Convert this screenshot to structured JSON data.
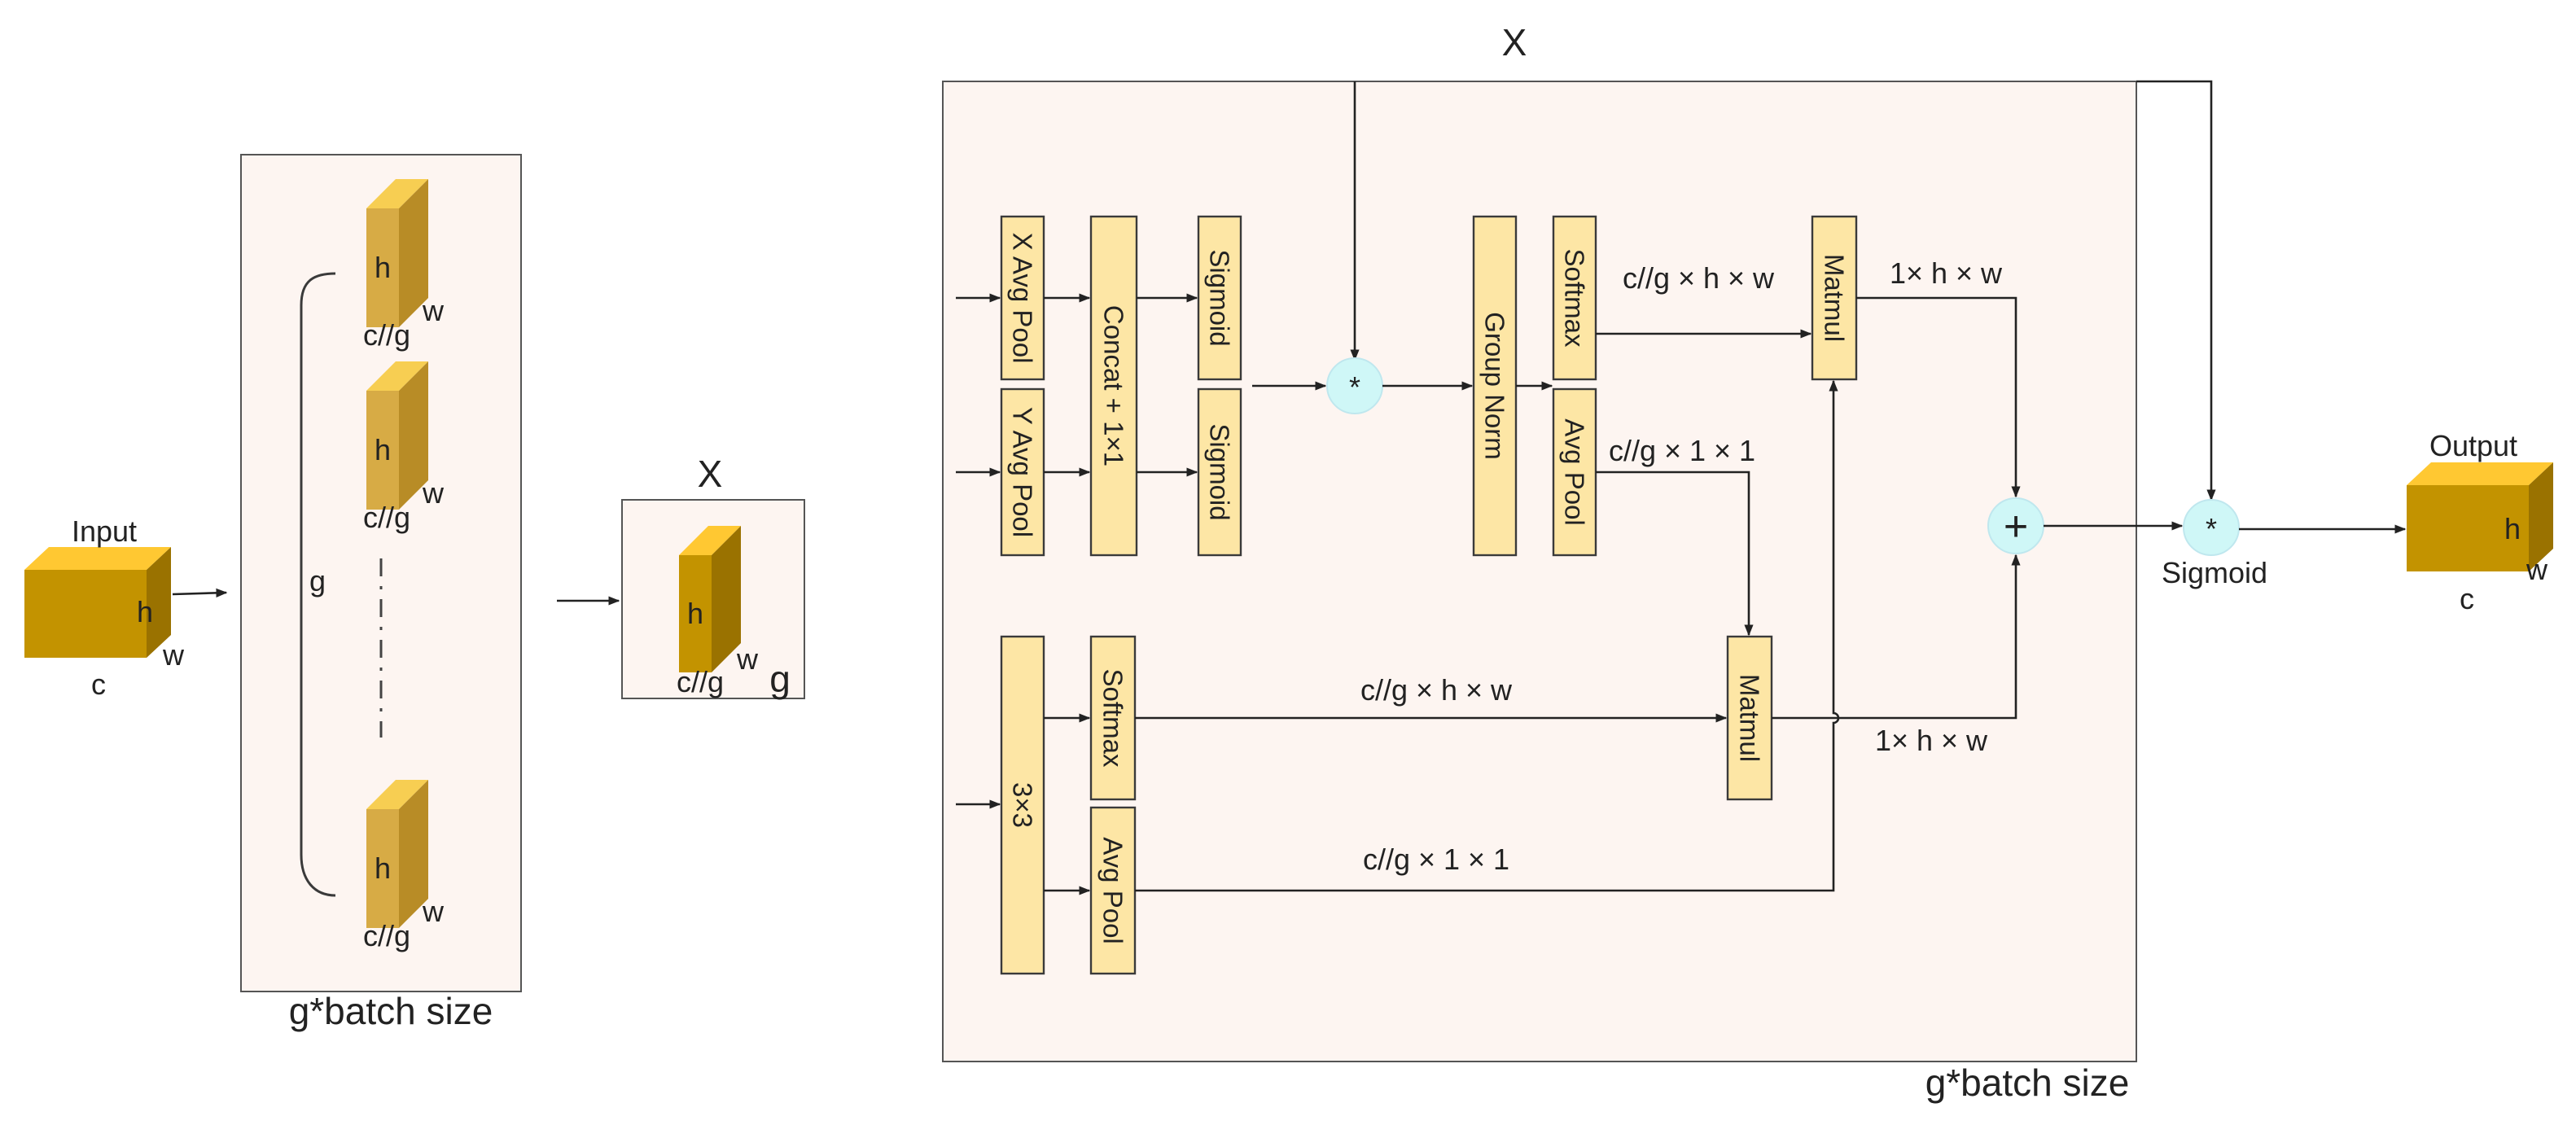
{
  "colors": {
    "block_fill": "#fde6a5",
    "panel_fill": "#fdf5f1",
    "cube_front": "#c39300",
    "cube_top": "#ffc832",
    "cube_side": "#9a7200",
    "slice_front": "#d7ab45",
    "slice_top": "#f7ce52",
    "slice_side": "#b88c26",
    "op_circle": "#cff7f7"
  },
  "input": {
    "title": "Input",
    "h": "h",
    "w": "w",
    "c": "c"
  },
  "grouping": {
    "slice_h": "h",
    "slice_w": "w",
    "slice_c": "c//g",
    "g": "g",
    "caption": "g*batch size"
  },
  "x_group": {
    "title": "X",
    "h": "h",
    "w": "w",
    "c": "c//g",
    "g": "g"
  },
  "module": {
    "x_label": "X",
    "caption": "g*batch size",
    "blocks": {
      "x_avg_pool": "X Avg Pool",
      "y_avg_pool": "Y Avg Pool",
      "concat": "Concat + 1×1",
      "sigmoid_1": "Sigmoid",
      "sigmoid_2": "Sigmoid",
      "group_norm": "Group Norm",
      "softmax_top": "Softmax",
      "avg_pool_top": "Avg Pool",
      "conv3x3": "3×3",
      "softmax_bottom": "Softmax",
      "avg_pool_bottom": "Avg Pool",
      "matmul_top": "Matmul",
      "matmul_mid": "Matmul"
    },
    "ops": {
      "multiply_1": "*",
      "add": "+",
      "multiply_2": "*"
    },
    "edge_labels": {
      "top_softmax_dim": "c//g × h × w",
      "top_avgpool_dim": "c//g × 1 × 1",
      "top_matmul_out": "1× h × w",
      "bottom_softmax_dim": "c//g × h × w",
      "bottom_avgpool_dim": "c//g × 1 × 1",
      "mid_matmul_out": "1× h × w"
    },
    "sigmoid_label": "Sigmoid"
  },
  "output": {
    "title": "Output",
    "h": "h",
    "w": "w",
    "c": "c"
  }
}
